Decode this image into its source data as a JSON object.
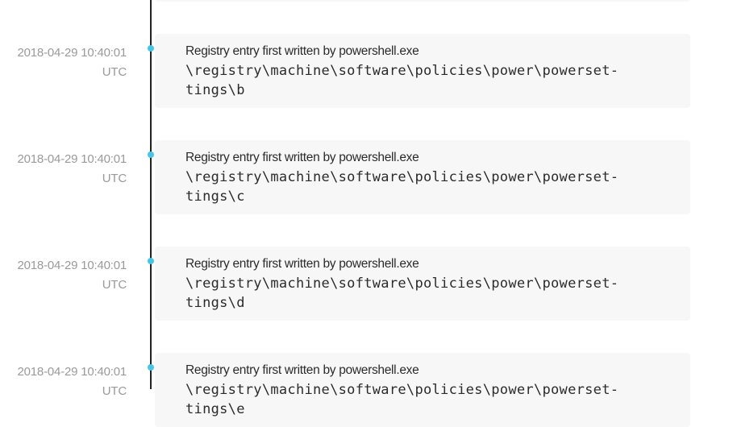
{
  "entries": [
    {
      "date": "2018-04-29 10:40:01",
      "tz": "UTC",
      "description": "Registry entry first written by powershell.exe",
      "path_line1": "\\registry\\machine\\software\\policies\\power\\powerset-",
      "path_line2": "tings\\b"
    },
    {
      "date": "2018-04-29 10:40:01",
      "tz": "UTC",
      "description": "Registry entry first written by powershell.exe",
      "path_line1": "\\registry\\machine\\software\\policies\\power\\powerset-",
      "path_line2": "tings\\c"
    },
    {
      "date": "2018-04-29 10:40:01",
      "tz": "UTC",
      "description": "Registry entry first written by powershell.exe",
      "path_line1": "\\registry\\machine\\software\\policies\\power\\powerset-",
      "path_line2": "tings\\d"
    },
    {
      "date": "2018-04-29 10:40:01",
      "tz": "UTC",
      "description": "Registry entry first written by powershell.exe",
      "path_line1": "\\registry\\machine\\software\\policies\\power\\powerset-",
      "path_line2": "tings\\e"
    }
  ],
  "colors": {
    "dot": "#3ec8f0",
    "line": "#222222",
    "card_bg": "#f7f7f7",
    "timestamp": "#9a9a9a",
    "text": "#2b2b2b"
  }
}
